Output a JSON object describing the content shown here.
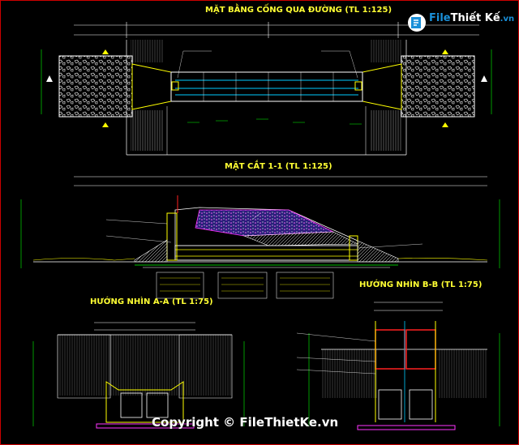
{
  "titles": {
    "plan": "MẶT BẰNG CỐNG QUA ĐƯỜNG (TL 1:125)",
    "section": "MẶT CẮT 1-1 (TL 1:125)",
    "view_aa": "HƯỚNG NHÌN A-A (TL 1:75)",
    "view_bb": "HƯỚNG NHÌN B-B (TL 1:75)"
  },
  "watermark": {
    "logo_brand": "File",
    "logo_name": "Thiết Kế",
    "logo_domain": ".vn",
    "copyright": "Copyright © FileThietKe.vn"
  },
  "colors": {
    "background": "#000000",
    "border": "#cc0000",
    "title": "#ffff33",
    "structure": "#ffffff",
    "dimension": "#00ff00",
    "water": "#00ccff",
    "magenta": "#ff33ff",
    "gate": "#ff2020",
    "hatch": "#ffff00"
  }
}
